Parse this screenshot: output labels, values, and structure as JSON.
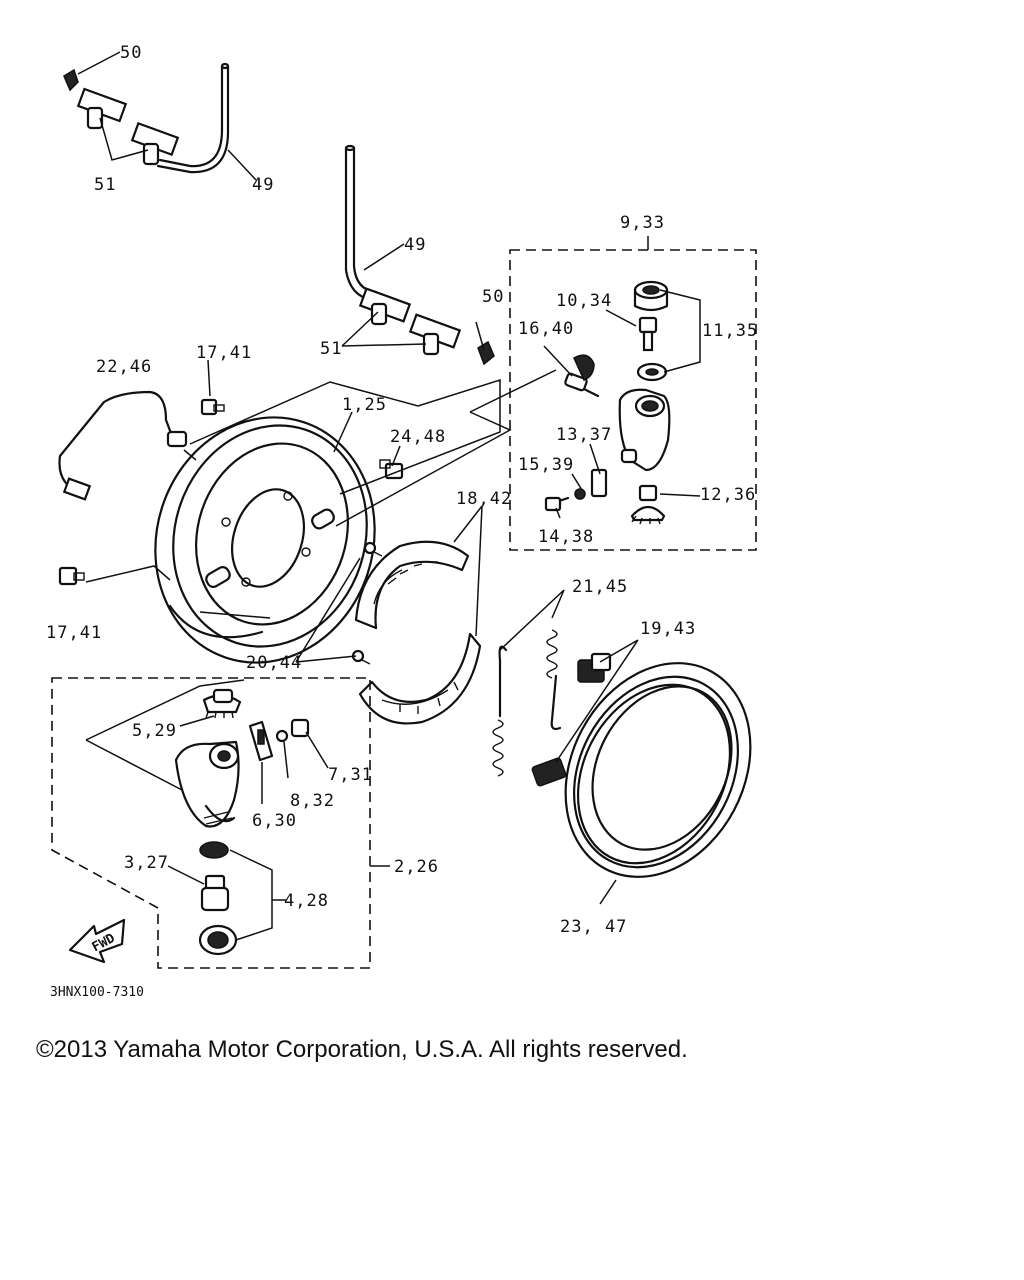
{
  "labels": {
    "l50a": "50",
    "l51a": "51",
    "l49a": "49",
    "l49b": "49",
    "l50b": "50",
    "l51b": "51",
    "l933": "9,33",
    "l1034": "10,34",
    "l1135": "11,35",
    "l1640": "16,40",
    "l2246": "22,46",
    "l1741a": "17,41",
    "l125": "1,25",
    "l2448": "24,48",
    "l1337": "13,37",
    "l1539": "15,39",
    "l1236": "12,36",
    "l1842": "18,42",
    "l1438": "14,38",
    "l1741b": "17,41",
    "l2145": "21,45",
    "l1943": "19,43",
    "l2044": "20,44",
    "l529": "5,29",
    "l731": "7,31",
    "l832": "8,32",
    "l630": "6,30",
    "l327": "3,27",
    "l226": "2,26",
    "l428": "4,28",
    "l2347": "23, 47"
  },
  "fwd_label": "FWD",
  "diagram_code": "3HNX100-7310",
  "copyright": "©2013 Yamaha Motor Corporation, U.S.A. All rights reserved."
}
